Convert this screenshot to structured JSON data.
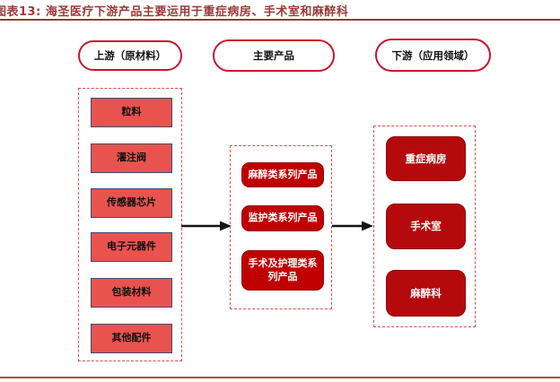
{
  "title": "图表13: 海圣医疗下游产品主要运用于重症病房、手术室和麻醉科",
  "colors": {
    "title_text": "#9B3A38",
    "top_rule": "#9B3A38",
    "bottom_rule": "#C4403E",
    "pill_border": "#C9162C",
    "dashed_border": "#D9534F",
    "upstream_box_fill": "#E9534F",
    "upstream_box_border": "#3D4E71",
    "product_box_fill": "#C00000",
    "downstream_box_fill": "#B50A0D",
    "arrow": "#141414"
  },
  "diagram": {
    "upstream": {
      "header": "上游（原材料）",
      "items": [
        "粒料",
        "灌注阀",
        "传感器芯片",
        "电子元器件",
        "包装材料",
        "其他配件"
      ]
    },
    "products": {
      "header": "主要产品",
      "items": [
        "麻醉类系列产品",
        "监护类系列产品",
        "手术及护理类系列产品"
      ]
    },
    "downstream": {
      "header": "下游（应用领域）",
      "items": [
        "重症病房",
        "手术室",
        "麻醉科"
      ]
    }
  }
}
